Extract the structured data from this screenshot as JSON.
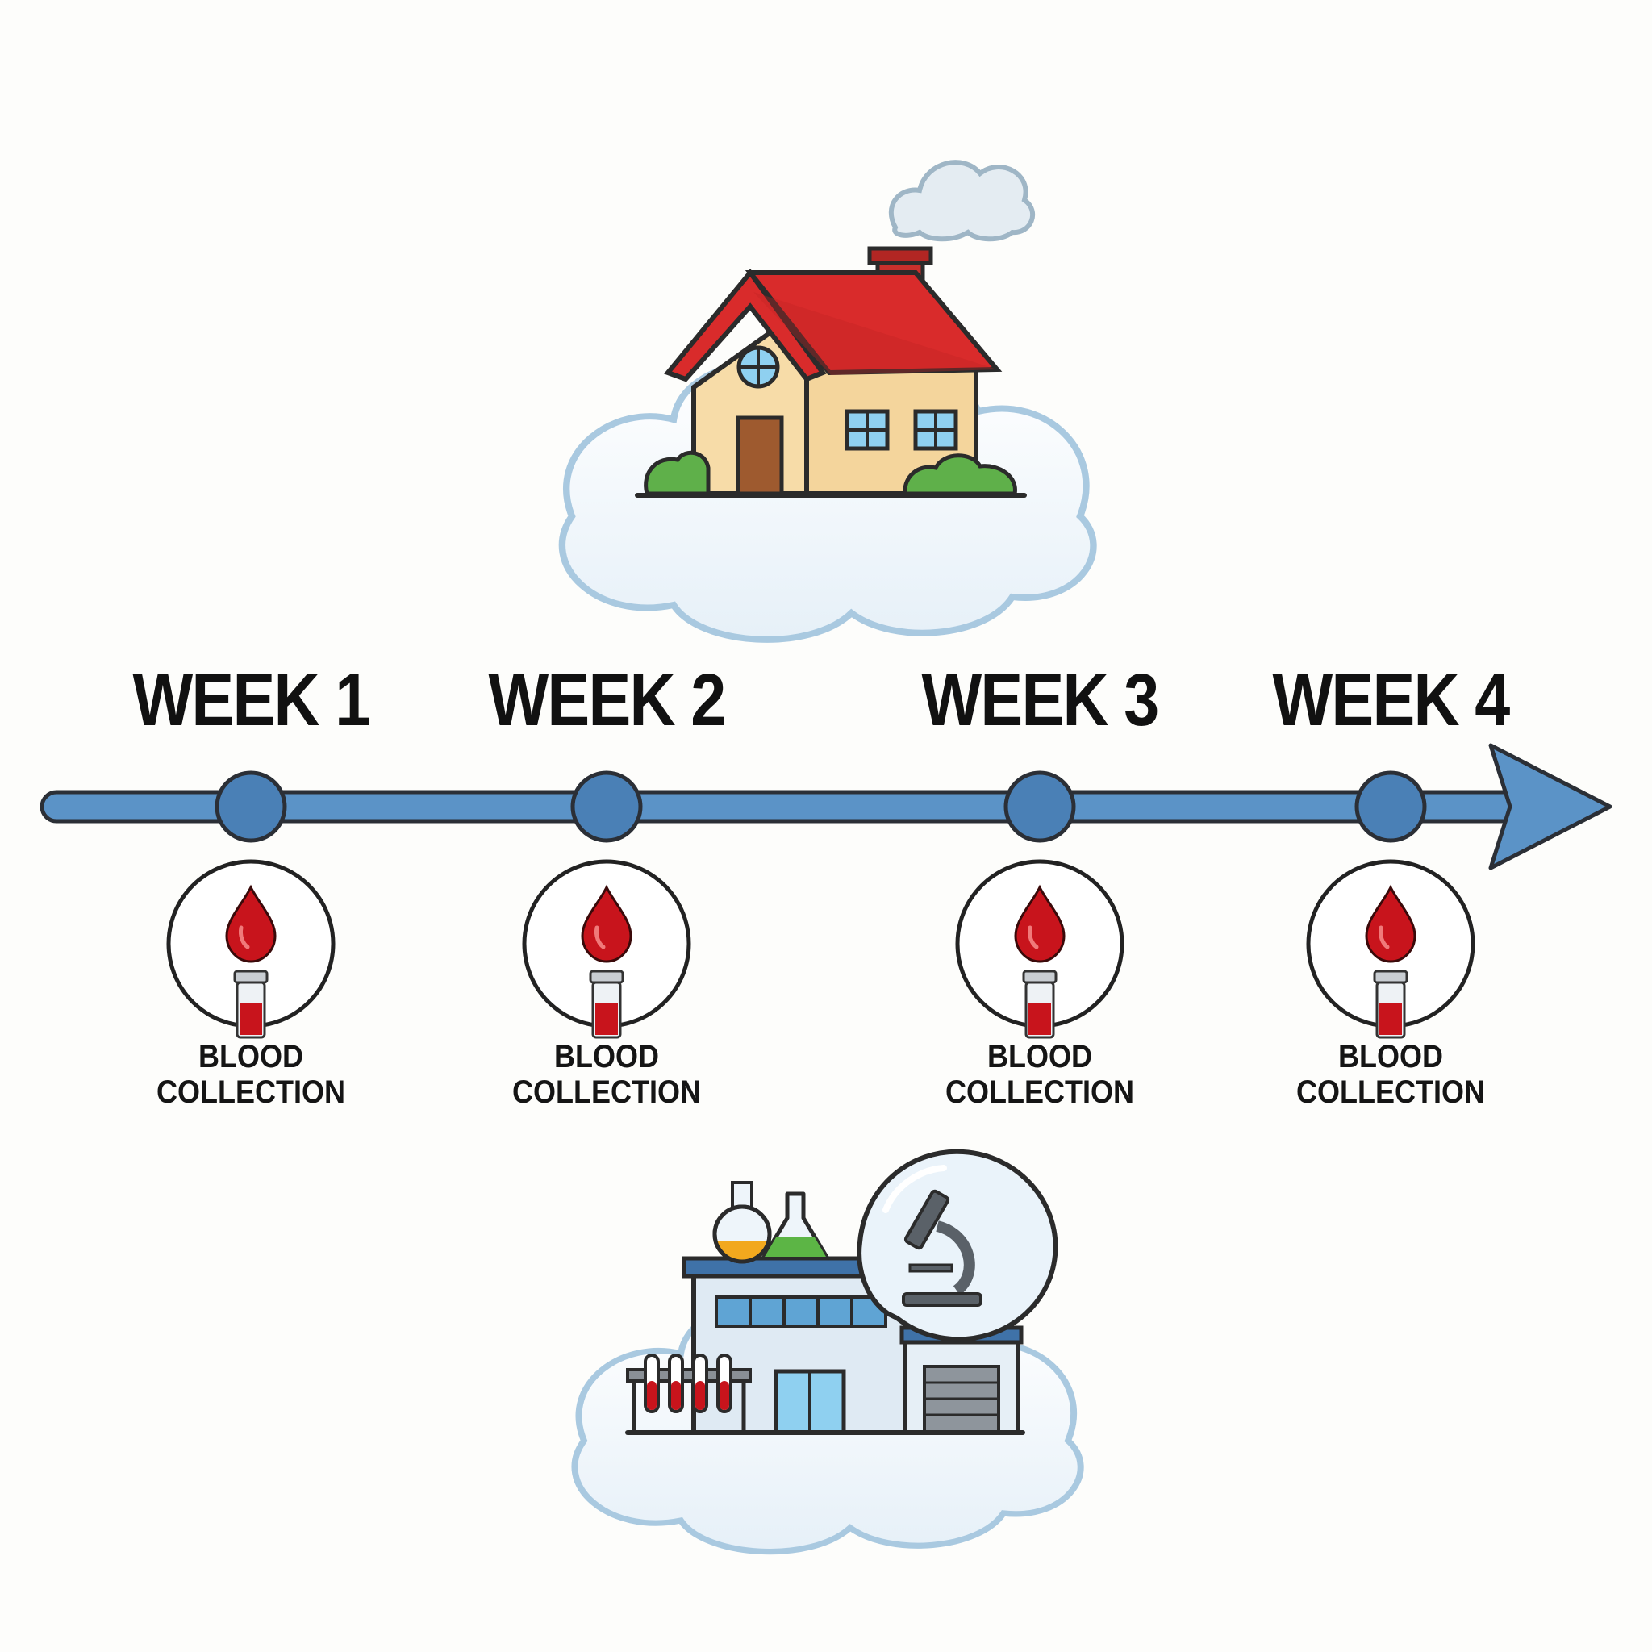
{
  "timeline": {
    "weeks": [
      {
        "label": "WEEK 1",
        "line1": "BLOOD",
        "line2": "COLLECTION"
      },
      {
        "label": "WEEK 2",
        "line1": "BLOOD",
        "line2": "COLLECTION"
      },
      {
        "label": "WEEK 3",
        "line1": "BLOOD",
        "line2": "COLLECTION"
      },
      {
        "label": "WEEK 4",
        "line1": "BLOOD",
        "line2": "COLLECTION"
      }
    ]
  },
  "icons": {
    "home": "house-on-cloud-icon",
    "lab": "laboratory-on-cloud-icon",
    "sample": "blood-drop-vial-icon"
  },
  "colors": {
    "timeline": "#5b93c7",
    "timeline_outline": "#2b2f36",
    "node": "#4a80b6",
    "blood": "#c8141c",
    "roof": "#d92b2b",
    "wall": "#f7dca8",
    "cloud_edge": "#a9c9e0"
  }
}
